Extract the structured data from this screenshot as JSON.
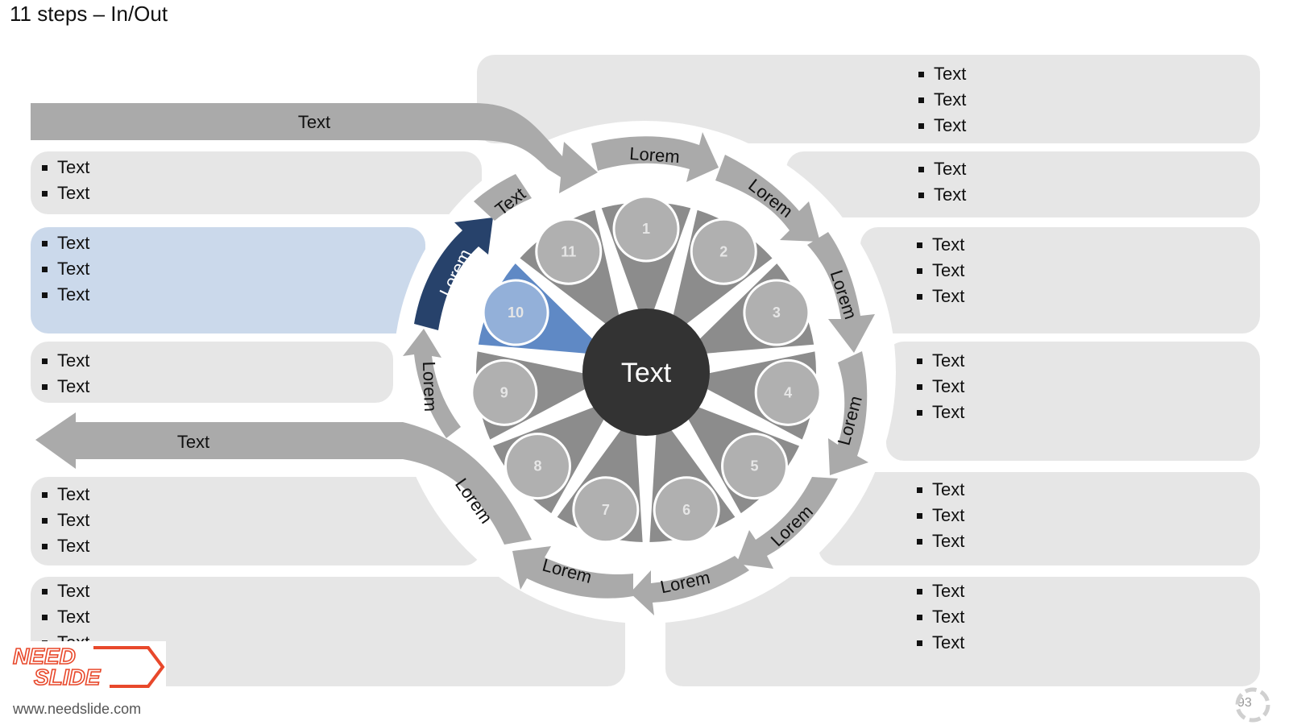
{
  "title": "11 steps – In/Out",
  "left_panels": [
    {
      "items": [
        "Text",
        "Text"
      ]
    },
    {
      "items": [
        "Text",
        "Text",
        "Text"
      ]
    },
    {
      "items": [
        "Text",
        "Text"
      ]
    },
    {
      "items": [
        "Text",
        "Text",
        "Text"
      ]
    },
    {
      "items": [
        "Text",
        "Text",
        "Text"
      ]
    }
  ],
  "right_panels": [
    {
      "items": [
        "Text",
        "Text",
        "Text"
      ]
    },
    {
      "items": [
        "Text",
        "Text"
      ]
    },
    {
      "items": [
        "Text",
        "Text",
        "Text"
      ]
    },
    {
      "items": [
        "Text",
        "Text",
        "Text"
      ]
    },
    {
      "items": [
        "Text",
        "Text",
        "Text"
      ]
    },
    {
      "items": [
        "Text",
        "Text",
        "Text"
      ]
    }
  ],
  "in_arrow_label": "Text",
  "out_arrow_label": "Text",
  "ring_labels": {
    "entry": "Text",
    "top": "Lorem",
    "top_right": "Lorem",
    "right_upper": "Lorem",
    "right_lower": "Lorem",
    "bottom_right": "Lorem",
    "bottom": "Lorem",
    "bottom_left": "Lorem",
    "left_lower": "Lorem",
    "left": "Lorem",
    "left_highlight": "Lorem"
  },
  "steps": [
    "1",
    "2",
    "3",
    "4",
    "5",
    "6",
    "7",
    "8",
    "9",
    "10",
    "11"
  ],
  "highlighted_step": "10",
  "center_label": "Text",
  "colors": {
    "panel": "#e6e6e6",
    "panel_active": "#cbd9eb",
    "arrow": "#aaaaaa",
    "arrow_active": "#27426b",
    "segment": "#8c8c8c",
    "segment_active": "#5f89c5",
    "circle": "#b0b0b0",
    "circle_active": "#93b0d9",
    "center": "#333333"
  },
  "logo_text_top": "NEED",
  "logo_text_bottom": "SLIDE",
  "website": "www.needslide.com",
  "page_number": "93"
}
